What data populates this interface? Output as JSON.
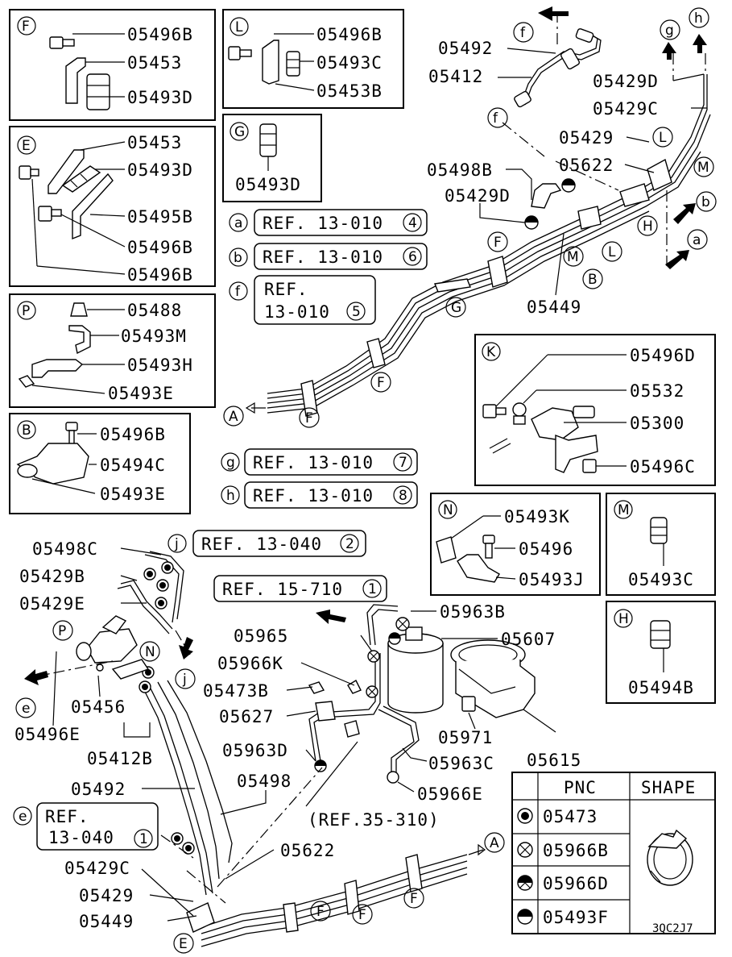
{
  "diagram_id": "3QC2J7",
  "detail_boxes": [
    {
      "letter": "F",
      "parts": [
        "05496B",
        "05453",
        "05493D"
      ]
    },
    {
      "letter": "L",
      "parts": [
        "05496B",
        "05493C",
        "05453B"
      ]
    },
    {
      "letter": "G",
      "parts": [
        "05493D"
      ]
    },
    {
      "letter": "E",
      "parts": [
        "05453",
        "05493D",
        "05495B",
        "05496B",
        "05496B"
      ]
    },
    {
      "letter": "P",
      "parts": [
        "05488",
        "05493M",
        "05493H",
        "05493E"
      ]
    },
    {
      "letter": "B",
      "parts": [
        "05496B",
        "05494C",
        "05493E"
      ]
    },
    {
      "letter": "K",
      "parts": [
        "05496D",
        "05532",
        "05300",
        "05496C"
      ]
    },
    {
      "letter": "N",
      "parts": [
        "05493K",
        "05496",
        "05493J"
      ]
    },
    {
      "letter": "M",
      "parts": [
        "05493C"
      ]
    },
    {
      "letter": "H",
      "parts": [
        "05494B"
      ]
    }
  ],
  "refs": [
    {
      "key": "a",
      "text": "REF. 13-010",
      "num": "4"
    },
    {
      "key": "b",
      "text": "REF. 13-010",
      "num": "6"
    },
    {
      "key": "f",
      "line1": "REF.",
      "line2": "13-010",
      "num": "5"
    },
    {
      "key": "g",
      "text": "REF. 13-010",
      "num": "7"
    },
    {
      "key": "h",
      "text": "REF. 13-010",
      "num": "8"
    },
    {
      "key": "j",
      "text": "REF. 13-040",
      "num": "2"
    },
    {
      "key": "",
      "text": "REF. 15-710",
      "num": "1"
    },
    {
      "key": "e",
      "line1": "REF.",
      "line2": "13-040",
      "num": "1"
    },
    {
      "key": "",
      "text": "(REF.35-310)",
      "num": ""
    }
  ],
  "upper_labels": {
    "l05492": "05492",
    "l05412": "05412",
    "l05429D": "05429D",
    "l05429C": "05429C",
    "l05429": "05429",
    "l05622": "05622",
    "l05498B": "05498B",
    "l05429D2": "05429D",
    "l05449": "05449"
  },
  "lower_labels": {
    "l05498C": "05498C",
    "l05429B": "05429B",
    "l05429E": "05429E",
    "l05963B": "05963B",
    "l05607": "05607",
    "l05965": "05965",
    "l05966K": "05966K",
    "l05473B": "05473B",
    "l05627": "05627",
    "l05963D": "05963D",
    "l05498": "05498",
    "l05963C": "05963C",
    "l05966E": "05966E",
    "l05971": "05971",
    "l05615": "05615",
    "l05456": "05456",
    "l05496E": "05496E",
    "l05412B": "05412B",
    "l05492": "05492",
    "l05622": "05622",
    "l05429C": "05429C",
    "l05429": "05429",
    "l05449": "05449"
  },
  "callouts": [
    "F",
    "G",
    "M",
    "B",
    "L",
    "H",
    "M",
    "L",
    "K",
    "A",
    "F",
    "F",
    "a",
    "b",
    "f",
    "g",
    "h",
    "P",
    "N",
    "j",
    "e",
    "E",
    "F",
    "F",
    "F",
    "A"
  ],
  "legend": {
    "header_pnc": "PNC",
    "header_shape": "SHAPE",
    "rows": [
      {
        "symbol": "filled-dot",
        "pnc": "05473"
      },
      {
        "symbol": "x-circle",
        "pnc": "05966B"
      },
      {
        "symbol": "half-x-circle",
        "pnc": "05966D"
      },
      {
        "symbol": "half-circle",
        "pnc": "05493F"
      }
    ]
  }
}
